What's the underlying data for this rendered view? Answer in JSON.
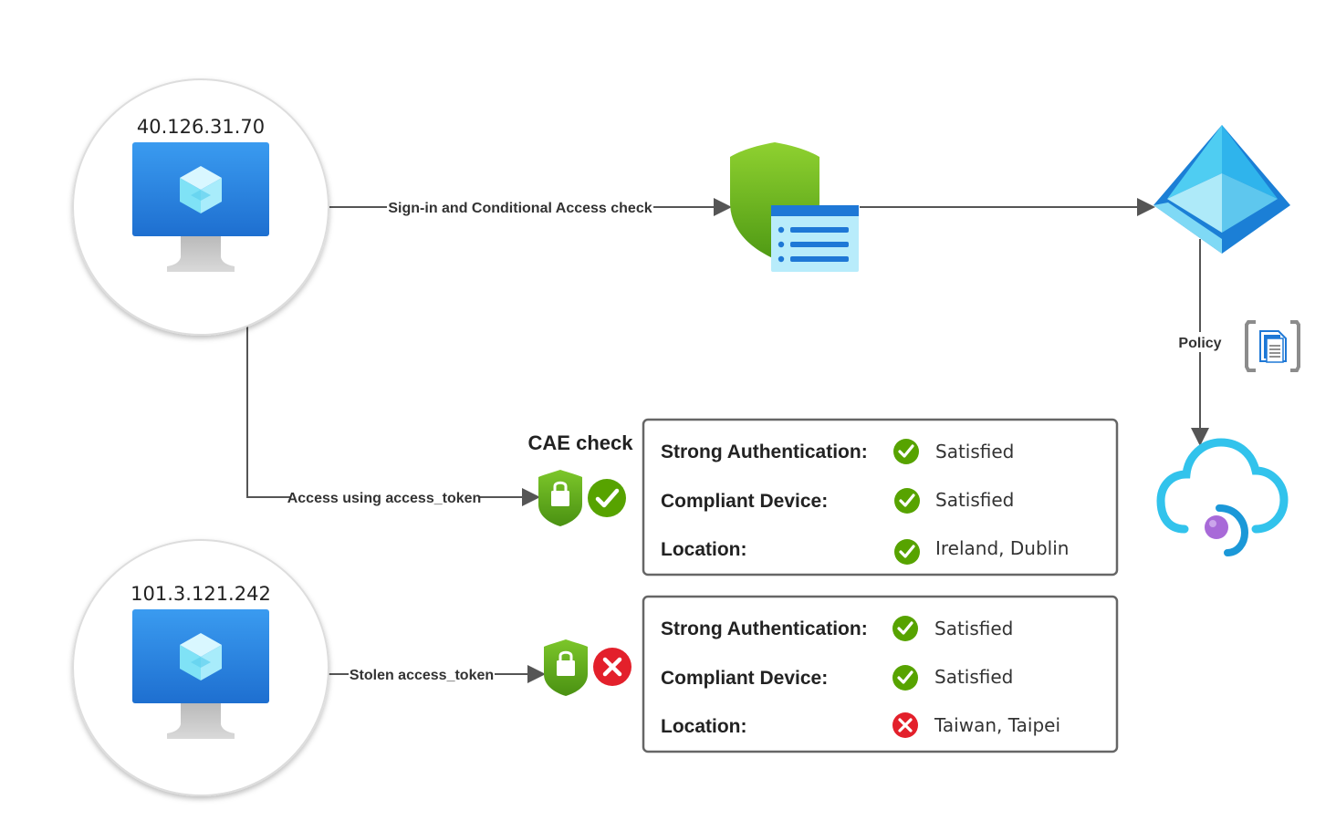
{
  "devices": {
    "top": {
      "ip": "40.126.31.70"
    },
    "bottom": {
      "ip": "101.3.121.242"
    }
  },
  "edges": {
    "signin": "Sign-in and Conditional Access check",
    "access": "Access using access_token",
    "stolen": "Stolen access_token",
    "policy": "Policy"
  },
  "cae": {
    "title": "CAE check"
  },
  "checks_valid": [
    {
      "label": "Strong Authentication:",
      "value": "Satisfied",
      "status": "pass"
    },
    {
      "label": "Compliant Device:",
      "value": "Satisfied",
      "status": "pass"
    },
    {
      "label": "Location:",
      "value": "Ireland, Dublin",
      "status": "pass"
    }
  ],
  "checks_stolen": [
    {
      "label": "Strong Authentication:",
      "value": "Satisfied",
      "status": "pass"
    },
    {
      "label": "Compliant Device:",
      "value": "Satisfied",
      "status": "pass"
    },
    {
      "label": "Location:",
      "value": "Taiwan, Taipei",
      "status": "fail"
    }
  ],
  "colors": {
    "pass": "#57a300",
    "fail": "#e3202b",
    "arrow": "#555555",
    "box_border": "#666666",
    "monitor_blue": "#2b87e3",
    "shield_green": "#6fb921"
  }
}
